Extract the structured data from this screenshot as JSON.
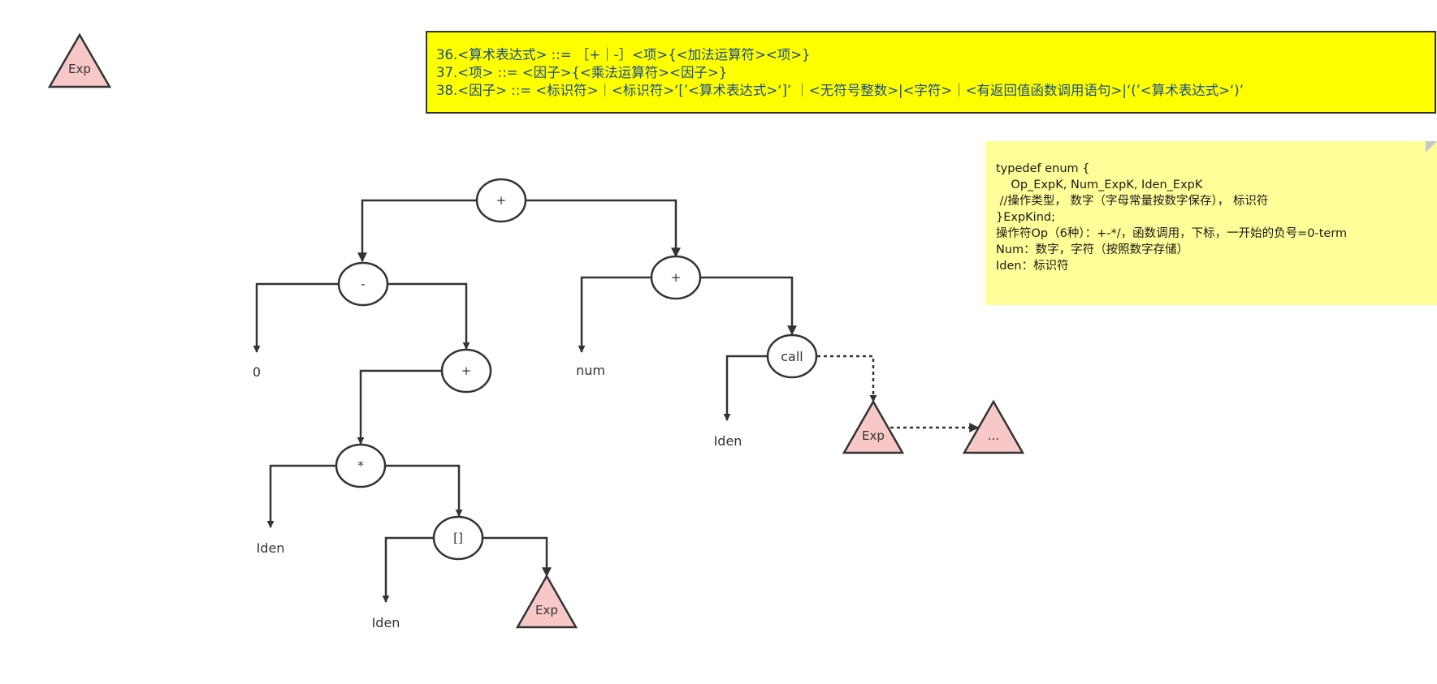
{
  "legend_exp": "Exp",
  "grammar": {
    "lines": [
      "36.<算术表达式> ::=  ［+｜-］<项>{<加法运算符><项>}",
      "37.<项> ::= <因子>{<乘法运算符><因子>}",
      "38.<因子> ::= <标识符>｜<标识符>‘[’<算术表达式>‘]’ ｜<无符号整数>|<字符>｜<有返回值函数调用语句>|‘(’<算术表达式>‘)’"
    ]
  },
  "note": {
    "lines": [
      "typedef enum {",
      "    Op_ExpK, Num_ExpK, Iden_ExpK",
      " //操作类型， 数字（字母常量按数字保存）， 标识符",
      "}ExpKind;",
      "",
      "操作符Op（6种）：+-*/，函数调用，下标，一开始的负号=0-term",
      "Num：数字，字符（按照数字存储）",
      "Iden：标识符"
    ]
  },
  "tree": {
    "ops": [
      "+",
      "-",
      "+",
      "+",
      "*",
      "[]",
      "call"
    ],
    "leaves": [
      "0",
      "num",
      "Iden",
      "Iden",
      "Iden"
    ],
    "subtrees": [
      "Exp",
      "Exp",
      "..."
    ]
  },
  "colors": {
    "yellow_box": "#ffff00",
    "note_bg": "#ffff99",
    "triangle_fill": "#f8c8c8",
    "stroke": "#333333",
    "grammar_text": "#1a4c8c"
  }
}
